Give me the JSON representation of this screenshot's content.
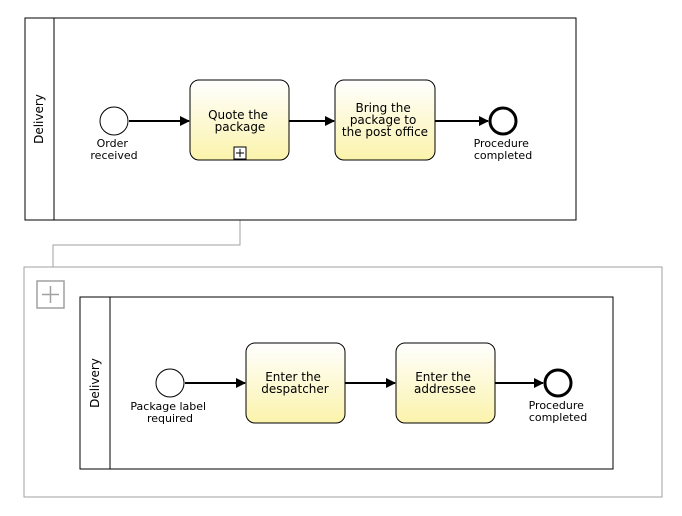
{
  "top_pool": {
    "lane_label": "Delivery",
    "start_event": {
      "label_lines": [
        "Order",
        "received"
      ]
    },
    "task1": {
      "label_lines": [
        "Quote the",
        "package"
      ]
    },
    "task2": {
      "label_lines": [
        "Bring the",
        "package to",
        "the post office"
      ]
    },
    "end_event": {
      "label_lines": [
        "Procedure",
        "completed"
      ]
    }
  },
  "sub_pool": {
    "lane_label": "Delivery",
    "start_event": {
      "label_lines": [
        "Package label",
        "required"
      ]
    },
    "task1": {
      "label_lines": [
        "Enter the",
        "despatcher"
      ]
    },
    "task2": {
      "label_lines": [
        "Enter the",
        "addressee"
      ]
    },
    "end_event": {
      "label_lines": [
        "Procedure",
        "completed"
      ]
    }
  },
  "colors": {
    "task_fill_top": "#ffffff",
    "task_fill_bottom": "#fbf3ab",
    "connector_gray": "#a0a0a0",
    "stroke": "#000000"
  },
  "icons": {
    "collapsed_marker": "plus-box-icon",
    "expanded_marker": "plus-box-icon"
  }
}
